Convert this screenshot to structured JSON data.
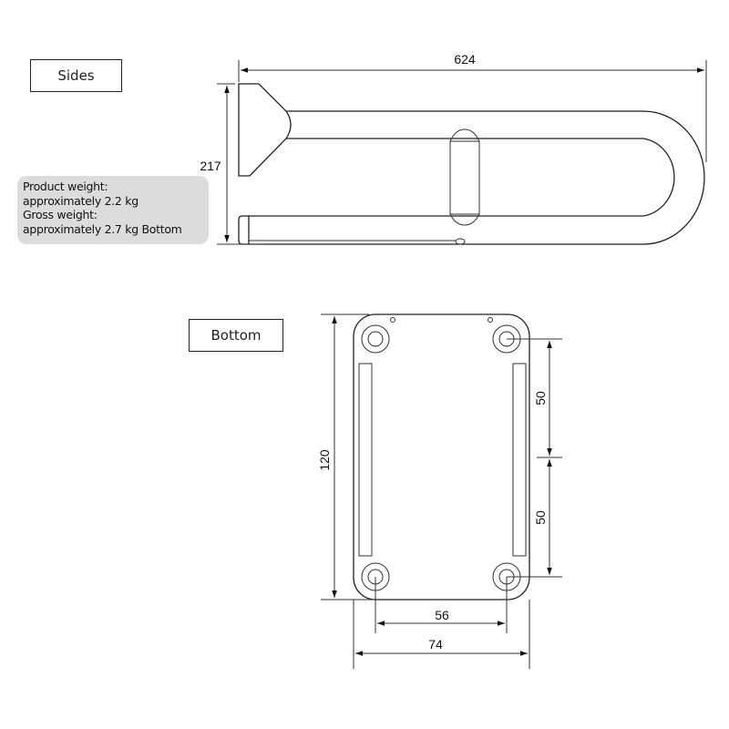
{
  "views": {
    "sides_label": "Sides",
    "bottom_label": "Bottom"
  },
  "weight_note": {
    "line1": "Product weight:",
    "line2": "approximately 2.2 kg",
    "line3": "Gross weight:",
    "line4": "approximately 2.7 kg Bottom"
  },
  "side_dimensions": {
    "length": "624",
    "height": "217"
  },
  "bottom_dimensions": {
    "plate_height": "120",
    "hole_spacing_upper": "50",
    "hole_spacing_lower": "50",
    "hole_spacing_width": "56",
    "plate_width": "74"
  }
}
